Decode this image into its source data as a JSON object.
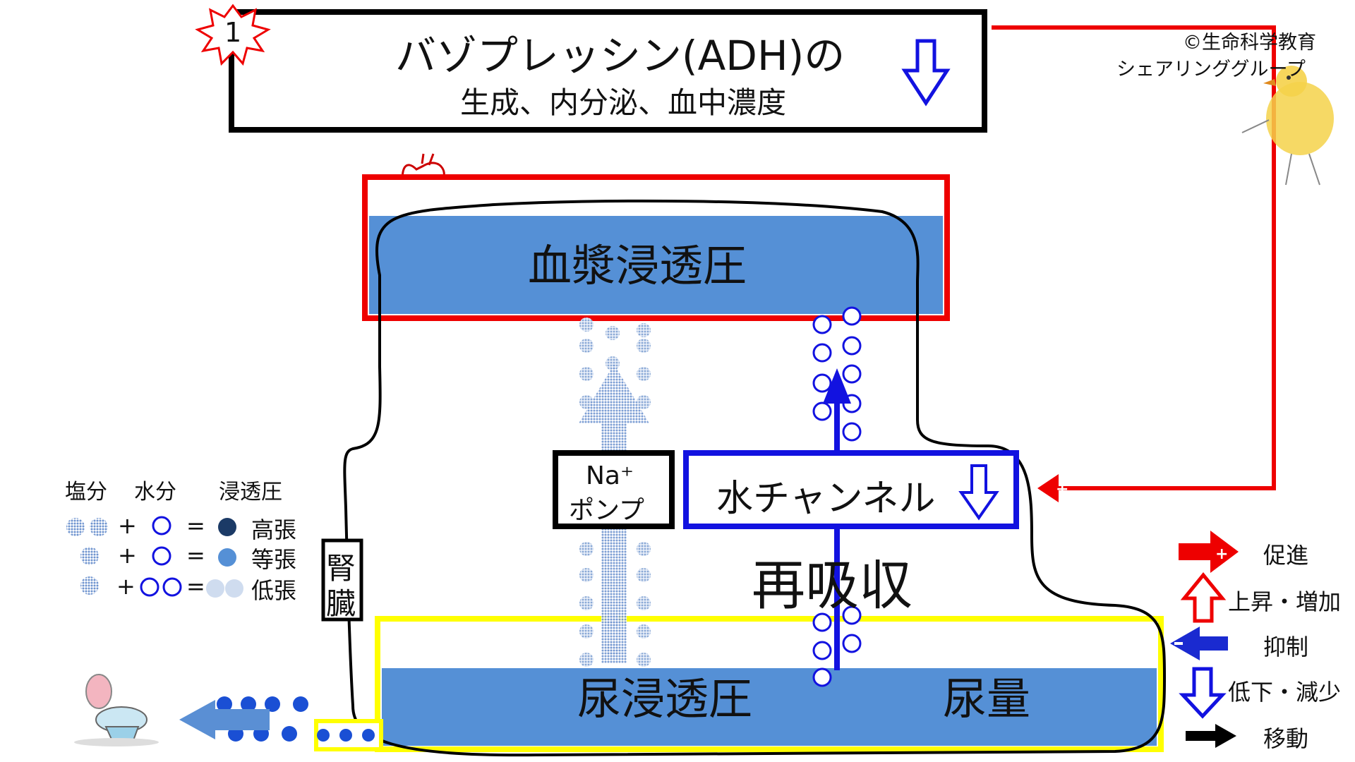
{
  "title": {
    "badge": "1",
    "line1": "バゾプレッシン(ADH)の",
    "line2": "生成、内分泌、血中濃度"
  },
  "copyright": {
    "line1": "©生命科学教育",
    "line2": "シェアリンググループ"
  },
  "plasma_label": "血漿浸透圧",
  "kidney_label": [
    "腎",
    "臓"
  ],
  "na_pump": {
    "line1": "Na⁺",
    "line2": "ポンプ"
  },
  "water_channel": "水チャンネル",
  "reabsorption": "再吸収",
  "urine": {
    "osmotic": "尿浸透圧",
    "volume": "尿量"
  },
  "legend_left": {
    "headers": [
      "塩分",
      "水分",
      "浸透圧"
    ],
    "rows": [
      {
        "plus": "+",
        "eq": "=",
        "label": "高張"
      },
      {
        "plus": "+",
        "eq": "=",
        "label": "等張"
      },
      {
        "plus": "+",
        "eq": "=",
        "label": "低張"
      }
    ]
  },
  "legend_right": [
    "促進",
    "上昇・増加",
    "抑制",
    "低下・減少",
    "移動"
  ],
  "colors": {
    "red": "#ee0000",
    "blue": "#1212e0",
    "fill_blue": "#5590d6",
    "yellow": "#ffff00",
    "dark_navy": "#1b3a66",
    "salt_dot": "#8aa9d6"
  }
}
